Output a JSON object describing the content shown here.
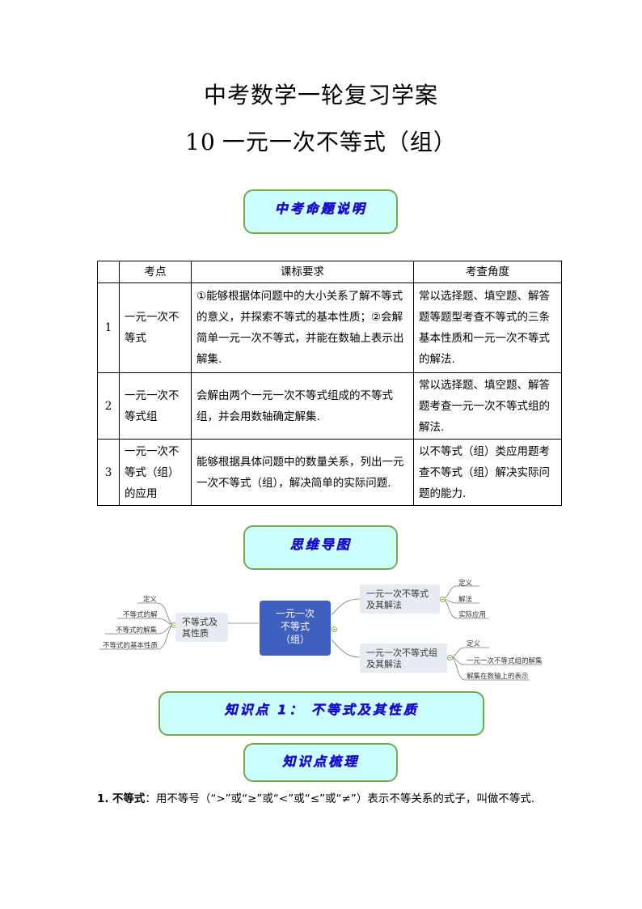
{
  "header": {
    "title": "中考数学一轮复习学案",
    "subtitle_num": "10",
    "subtitle_text": "一元一次不等式（组）"
  },
  "banners": {
    "exam_explanation": "中考命题说明",
    "mind_map": "思维导图",
    "knowledge_point": "知识点 1：   不等式及其性质",
    "knowledge_summary": "知识点梳理"
  },
  "table": {
    "headers": [
      "",
      "考点",
      "课标要求",
      "考查角度"
    ],
    "rows": [
      {
        "index": "1",
        "topic": "一元一次不等式",
        "requirement": "①能够根据体问题中的大小关系了解不等式的意义，并探索不等式的基本性质；②会解简单一元一次不等式，并能在数轴上表示出解集.",
        "angle": "常以选择题、填空题、解答题等题型考查不等式的三条基本性质和一元一次不等式的解法."
      },
      {
        "index": "2",
        "topic": "一元一次不等式组",
        "requirement": "会解由两个一元一次不等式组成的不等式组，并会用数轴确定解集.",
        "angle": "常以选择题、填空题、解答题考查一元一次不等式组的解法."
      },
      {
        "index": "3",
        "topic": "一元一次不等式（组）的应用",
        "requirement": "能够根据具体问题中的数量关系，列出一元一次不等式（组），解决简单的实际问题.",
        "angle": "以不等式（组）类应用题考查不等式（组）解决实际问题的能力."
      }
    ]
  },
  "mindmap": {
    "root": [
      "一元一次",
      "不等式",
      "（组）"
    ],
    "left_branch": {
      "label": [
        "不等式及",
        "其性质"
      ],
      "leaves": [
        "定义",
        "不等式的解",
        "不等式的解集",
        "不等式的基本性质"
      ]
    },
    "right_top": {
      "label": [
        "一元一次不等式",
        "及其解法"
      ],
      "leaves": [
        "定义",
        "解法",
        "实际应用"
      ]
    },
    "right_bottom": {
      "label": [
        "一元一次不等式组",
        "及其解法"
      ],
      "leaves": [
        "定义",
        "一元一次不等式组的解集",
        "解集在数轴上的表示"
      ]
    }
  },
  "content": {
    "item_num": "1.",
    "item_term": "不等式",
    "item_text": "：用不等号（“>”或“≥”或“<”或“≤”或“≠”）表示不等关系的式子，叫做不等式."
  }
}
